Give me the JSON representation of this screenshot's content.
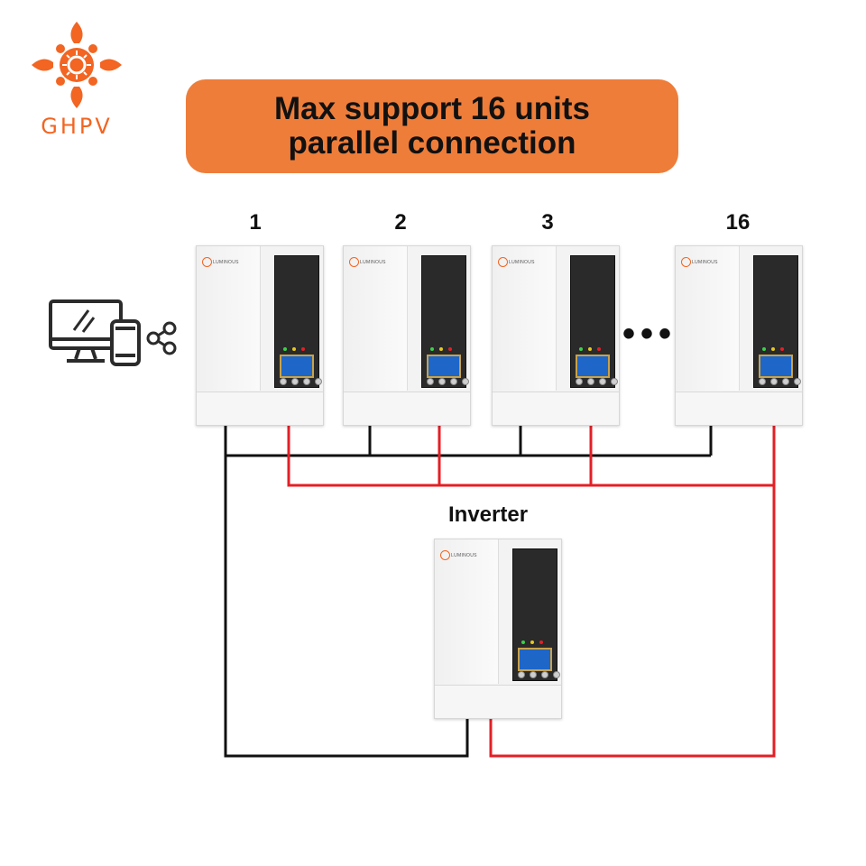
{
  "brand": {
    "logo_text": "GHPV",
    "color": "#f26522"
  },
  "title": {
    "line1": "Max support 16 units",
    "line2": "parallel connection",
    "banner_color": "#ee7d3a"
  },
  "units": [
    {
      "label": "1"
    },
    {
      "label": "2"
    },
    {
      "label": "3"
    },
    {
      "label": "16"
    }
  ],
  "ellipsis": "•••",
  "inverter": {
    "label": "Inverter"
  },
  "device_brand": "LUMINOUS",
  "icons": [
    "monitor-icon",
    "phone-icon",
    "share-icon"
  ],
  "wire_colors": {
    "negative": "#111111",
    "positive": "#e41f26"
  }
}
